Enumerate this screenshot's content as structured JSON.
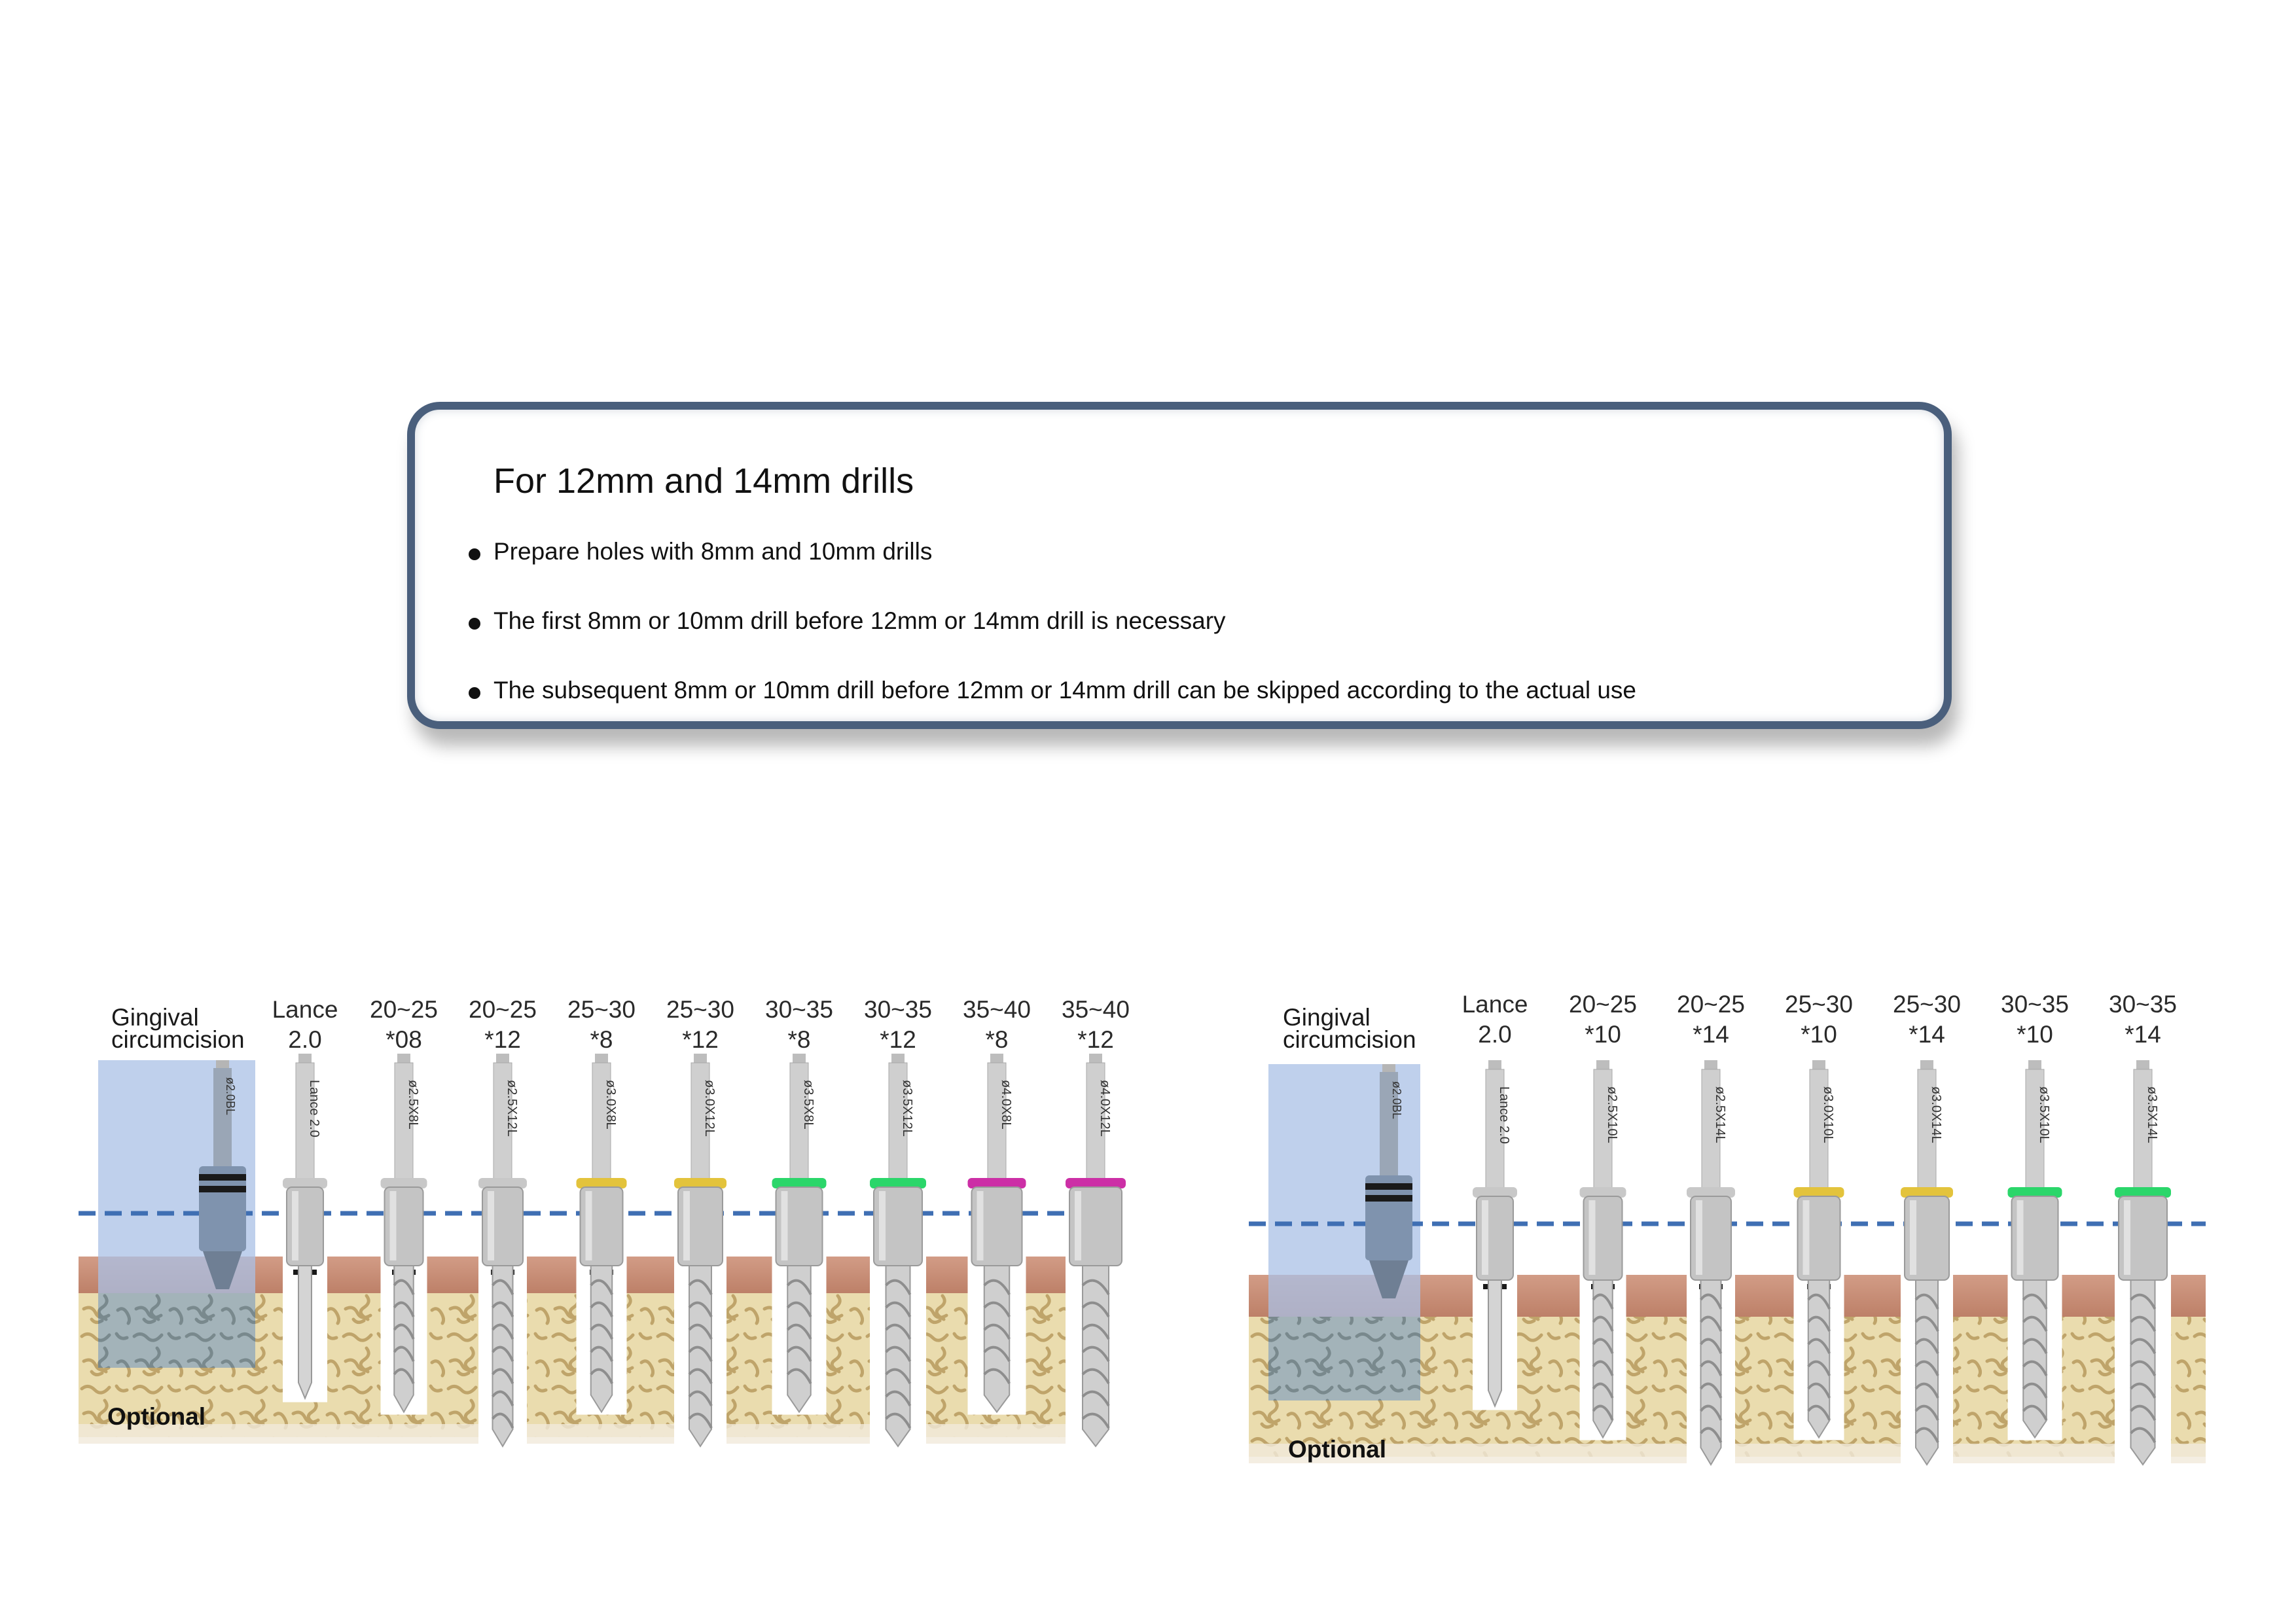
{
  "info_box": {
    "title": "For 12mm and 14mm drills",
    "bullets": [
      "Prepare holes with 8mm and 10mm drills",
      "The first 8mm or 10mm drill before 12mm or 14mm drill is necessary",
      "The subsequent 8mm or 10mm drill before 12mm or 14mm drill can be skipped according to the actual use"
    ]
  },
  "colors": {
    "box_border": "#4a5f7c",
    "gum": "#c9907a",
    "bone": "#e8d6a6",
    "dashed_line": "#3f6fb3",
    "gingival_highlight": "#a9c0e6",
    "ring_yellow": "#e3c33c",
    "ring_green": "#2bd66a",
    "ring_magenta": "#cc2fa6",
    "ring_silver": "#c8c8c8"
  },
  "left_panel": {
    "gingival_label_line1": "Gingival",
    "gingival_label_line2": "circumcision",
    "optional_label": "Optional",
    "tool_marking": "ø2.0BL",
    "drills": [
      {
        "top": "Lance",
        "bottom": "2.0",
        "marking": "Lance 2.0",
        "ring": "silver",
        "depth": 0.7
      },
      {
        "top": "20~25",
        "bottom": "*08",
        "marking": "ø2.5X8L",
        "ring": "silver",
        "depth": 0.78
      },
      {
        "top": "20~25",
        "bottom": "*12",
        "marking": "ø2.5X12L",
        "ring": "silver",
        "depth": 1.0
      },
      {
        "top": "25~30",
        "bottom": "*8",
        "marking": "ø3.0X8L",
        "ring": "yellow",
        "depth": 0.78
      },
      {
        "top": "25~30",
        "bottom": "*12",
        "marking": "ø3.0X12L",
        "ring": "yellow",
        "depth": 1.0
      },
      {
        "top": "30~35",
        "bottom": "*8",
        "marking": "ø3.5X8L",
        "ring": "green",
        "depth": 0.78
      },
      {
        "top": "30~35",
        "bottom": "*12",
        "marking": "ø3.5X12L",
        "ring": "green",
        "depth": 1.0
      },
      {
        "top": "35~40",
        "bottom": "*8",
        "marking": "ø4.0X8L",
        "ring": "magenta",
        "depth": 0.78
      },
      {
        "top": "35~40",
        "bottom": "*12",
        "marking": "ø4.0X12L",
        "ring": "magenta",
        "depth": 1.0
      }
    ]
  },
  "right_panel": {
    "gingival_label_line1": "Gingival",
    "gingival_label_line2": "circumcision",
    "optional_label": "Optional",
    "tool_marking": "ø2.0BL",
    "drills": [
      {
        "top": "Lance",
        "bottom": "2.0",
        "marking": "Lance 2.0",
        "ring": "silver",
        "depth": 0.62
      },
      {
        "top": "20~25",
        "bottom": "*10",
        "marking": "ø2.5X10L",
        "ring": "silver",
        "depth": 0.82
      },
      {
        "top": "20~25",
        "bottom": "*14",
        "marking": "ø2.5X14L",
        "ring": "silver",
        "depth": 1.0
      },
      {
        "top": "25~30",
        "bottom": "*10",
        "marking": "ø3.0X10L",
        "ring": "yellow",
        "depth": 0.82
      },
      {
        "top": "25~30",
        "bottom": "*14",
        "marking": "ø3.0X14L",
        "ring": "yellow",
        "depth": 1.0
      },
      {
        "top": "30~35",
        "bottom": "*10",
        "marking": "ø3.5X10L",
        "ring": "green",
        "depth": 0.82
      },
      {
        "top": "30~35",
        "bottom": "*14",
        "marking": "ø3.5X14L",
        "ring": "green",
        "depth": 1.0
      }
    ]
  }
}
